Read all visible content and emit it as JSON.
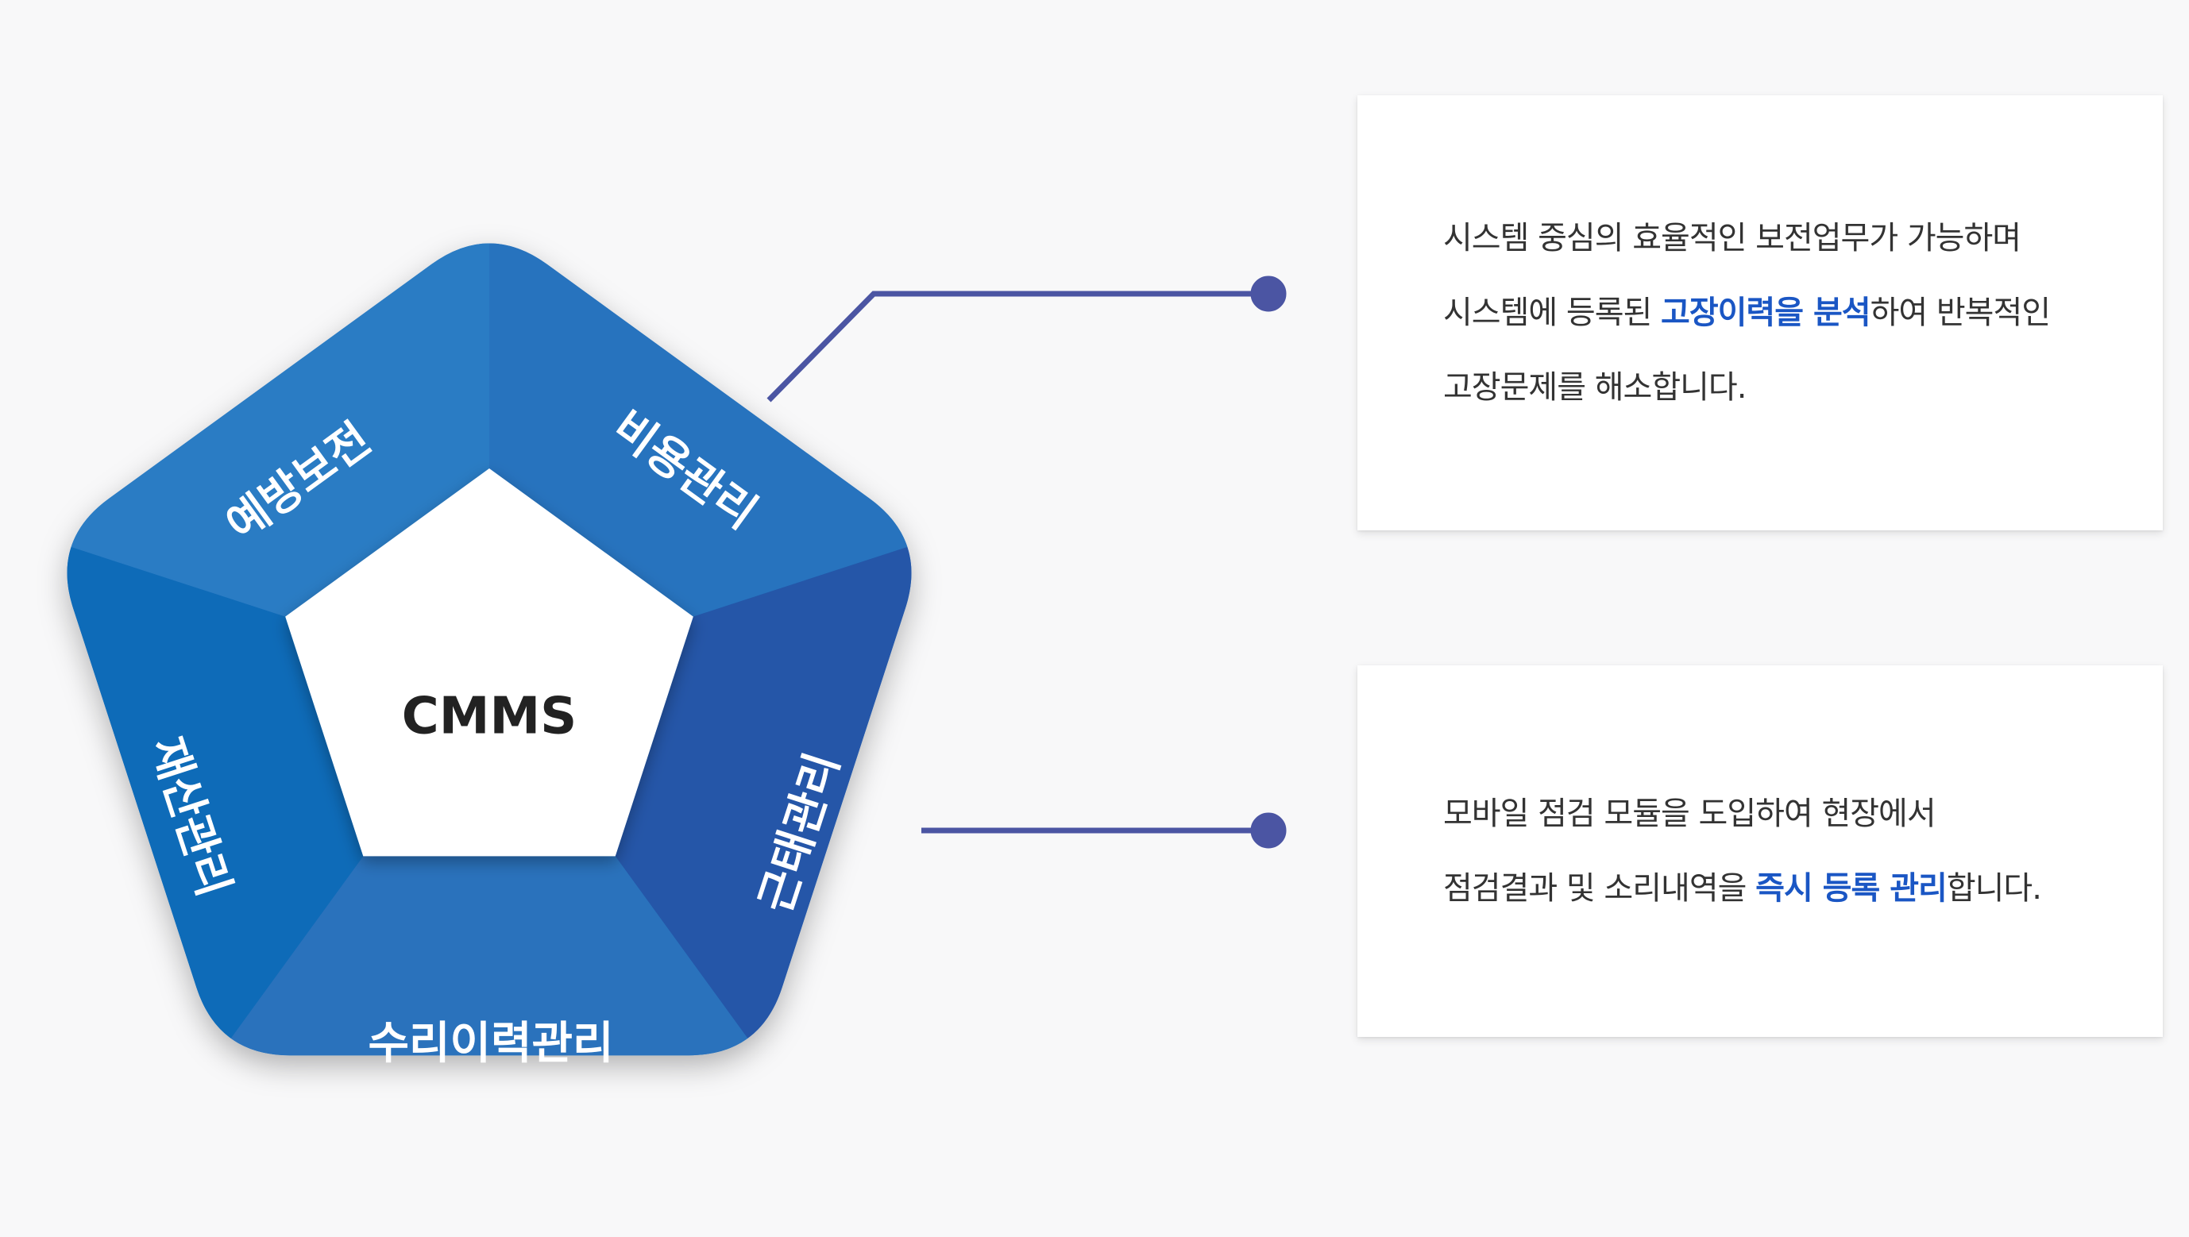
{
  "diagram": {
    "center_label": "CMMS",
    "segments": [
      {
        "label": "비용관리",
        "color": "#2773be"
      },
      {
        "label": "근태관리",
        "color": "#2556a8"
      },
      {
        "label": "수리이력관리",
        "color": "#2a72bc"
      },
      {
        "label": "재산관리",
        "color": "#0e6bb8"
      },
      {
        "label": "예방보전",
        "color": "#2a7cc4"
      }
    ],
    "connector_color": "#4b55a3"
  },
  "cards": [
    {
      "lines": [
        [
          {
            "text": "시스템 중심의 효율적인 보전업무가 가능하며",
            "hl": false
          }
        ],
        [
          {
            "text": "시스템에 등록된 ",
            "hl": false
          },
          {
            "text": "고장이력을 분석",
            "hl": true
          },
          {
            "text": "하여 반복적인",
            "hl": false
          }
        ],
        [
          {
            "text": "고장문제를 해소합니다.",
            "hl": false
          }
        ]
      ]
    },
    {
      "lines": [
        [
          {
            "text": "모바일 점검 모듈을 도입하여 현장에서",
            "hl": false
          }
        ],
        [
          {
            "text": "점검결과 및 소리내역을 ",
            "hl": false
          },
          {
            "text": "즉시 등록 관리",
            "hl": true
          },
          {
            "text": "합니다.",
            "hl": false
          }
        ]
      ]
    }
  ]
}
